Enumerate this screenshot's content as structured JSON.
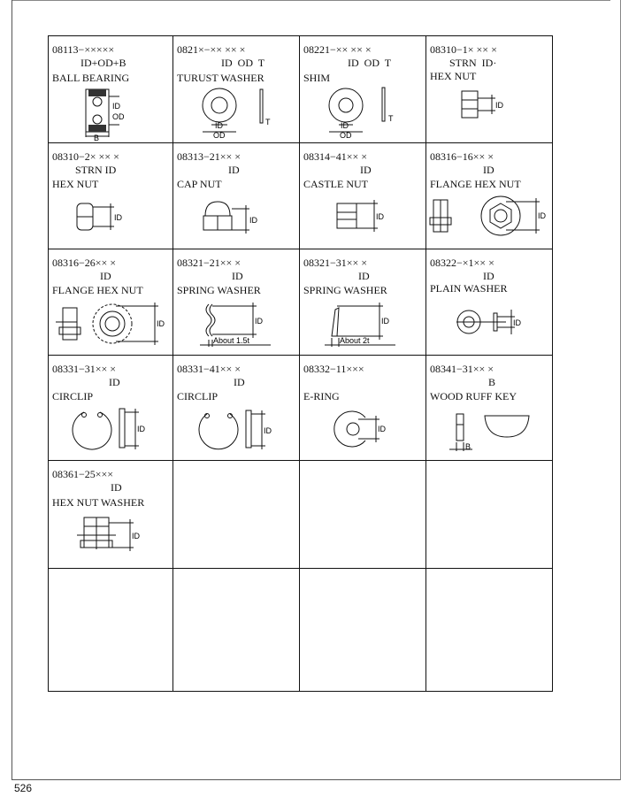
{
  "page_number": "526",
  "parts": [
    {
      "code": "08113−×××××",
      "sub": "ID+OD+B",
      "name": "BALL BEARING",
      "labels": [
        "ID",
        "OD",
        "B"
      ]
    },
    {
      "code": "0821×−×× ×× ×",
      "sub": "ID  OD  T",
      "name": "TURUST WASHER",
      "labels": [
        "ID",
        "OD",
        "T"
      ]
    },
    {
      "code": "08221−×× ×× ×",
      "sub": "ID  OD  T",
      "name": "SHIM",
      "labels": [
        "ID",
        "OD",
        "T"
      ]
    },
    {
      "code": "08310−1× ×× ×",
      "sub": "STRN  ID·",
      "name": "HEX NUT",
      "labels": [
        "ID"
      ]
    },
    {
      "code": "08310−2× ×× ×",
      "sub": "STRN ID",
      "name": "HEX NUT",
      "labels": [
        "ID"
      ]
    },
    {
      "code": "08313−21×× ×",
      "sub": "ID",
      "name": "CAP NUT",
      "labels": [
        "ID"
      ]
    },
    {
      "code": "08314−41×× ×",
      "sub": "ID",
      "name": "CASTLE NUT",
      "labels": [
        "ID"
      ]
    },
    {
      "code": "08316−16×× ×",
      "sub": "ID",
      "name": "FLANGE HEX NUT",
      "labels": [
        "ID"
      ]
    },
    {
      "code": "08316−26×× ×",
      "sub": "ID",
      "name": "FLANGE HEX NUT",
      "labels": [
        "ID"
      ]
    },
    {
      "code": "08321−21×× ×",
      "sub": "ID",
      "name": "SPRING WASHER",
      "labels": [
        "ID",
        "About 1.5t"
      ]
    },
    {
      "code": "08321−31×× ×",
      "sub": "ID",
      "name": "SPRING WASHER",
      "labels": [
        "ID",
        "About 2t"
      ]
    },
    {
      "code": "08322−×1×× ×",
      "sub": "ID",
      "name": "PLAIN WASHER",
      "labels": [
        "ID"
      ]
    },
    {
      "code": "08331−31×× ×",
      "sub": "ID",
      "name": "CIRCLIP",
      "labels": [
        "ID"
      ]
    },
    {
      "code": "08331−41×× ×",
      "sub": "ID",
      "name": "CIRCLIP",
      "labels": [
        "ID"
      ]
    },
    {
      "code": "08332−11×××",
      "sub": "",
      "name": "E-RING",
      "labels": [
        "ID"
      ]
    },
    {
      "code": "08341−31×× ×",
      "sub": "B",
      "name": "WOOD RUFF KEY",
      "labels": [
        "B"
      ]
    },
    {
      "code": "08361−25×××",
      "sub": "ID",
      "name": "HEX NUT WASHER",
      "labels": [
        "ID"
      ]
    }
  ]
}
